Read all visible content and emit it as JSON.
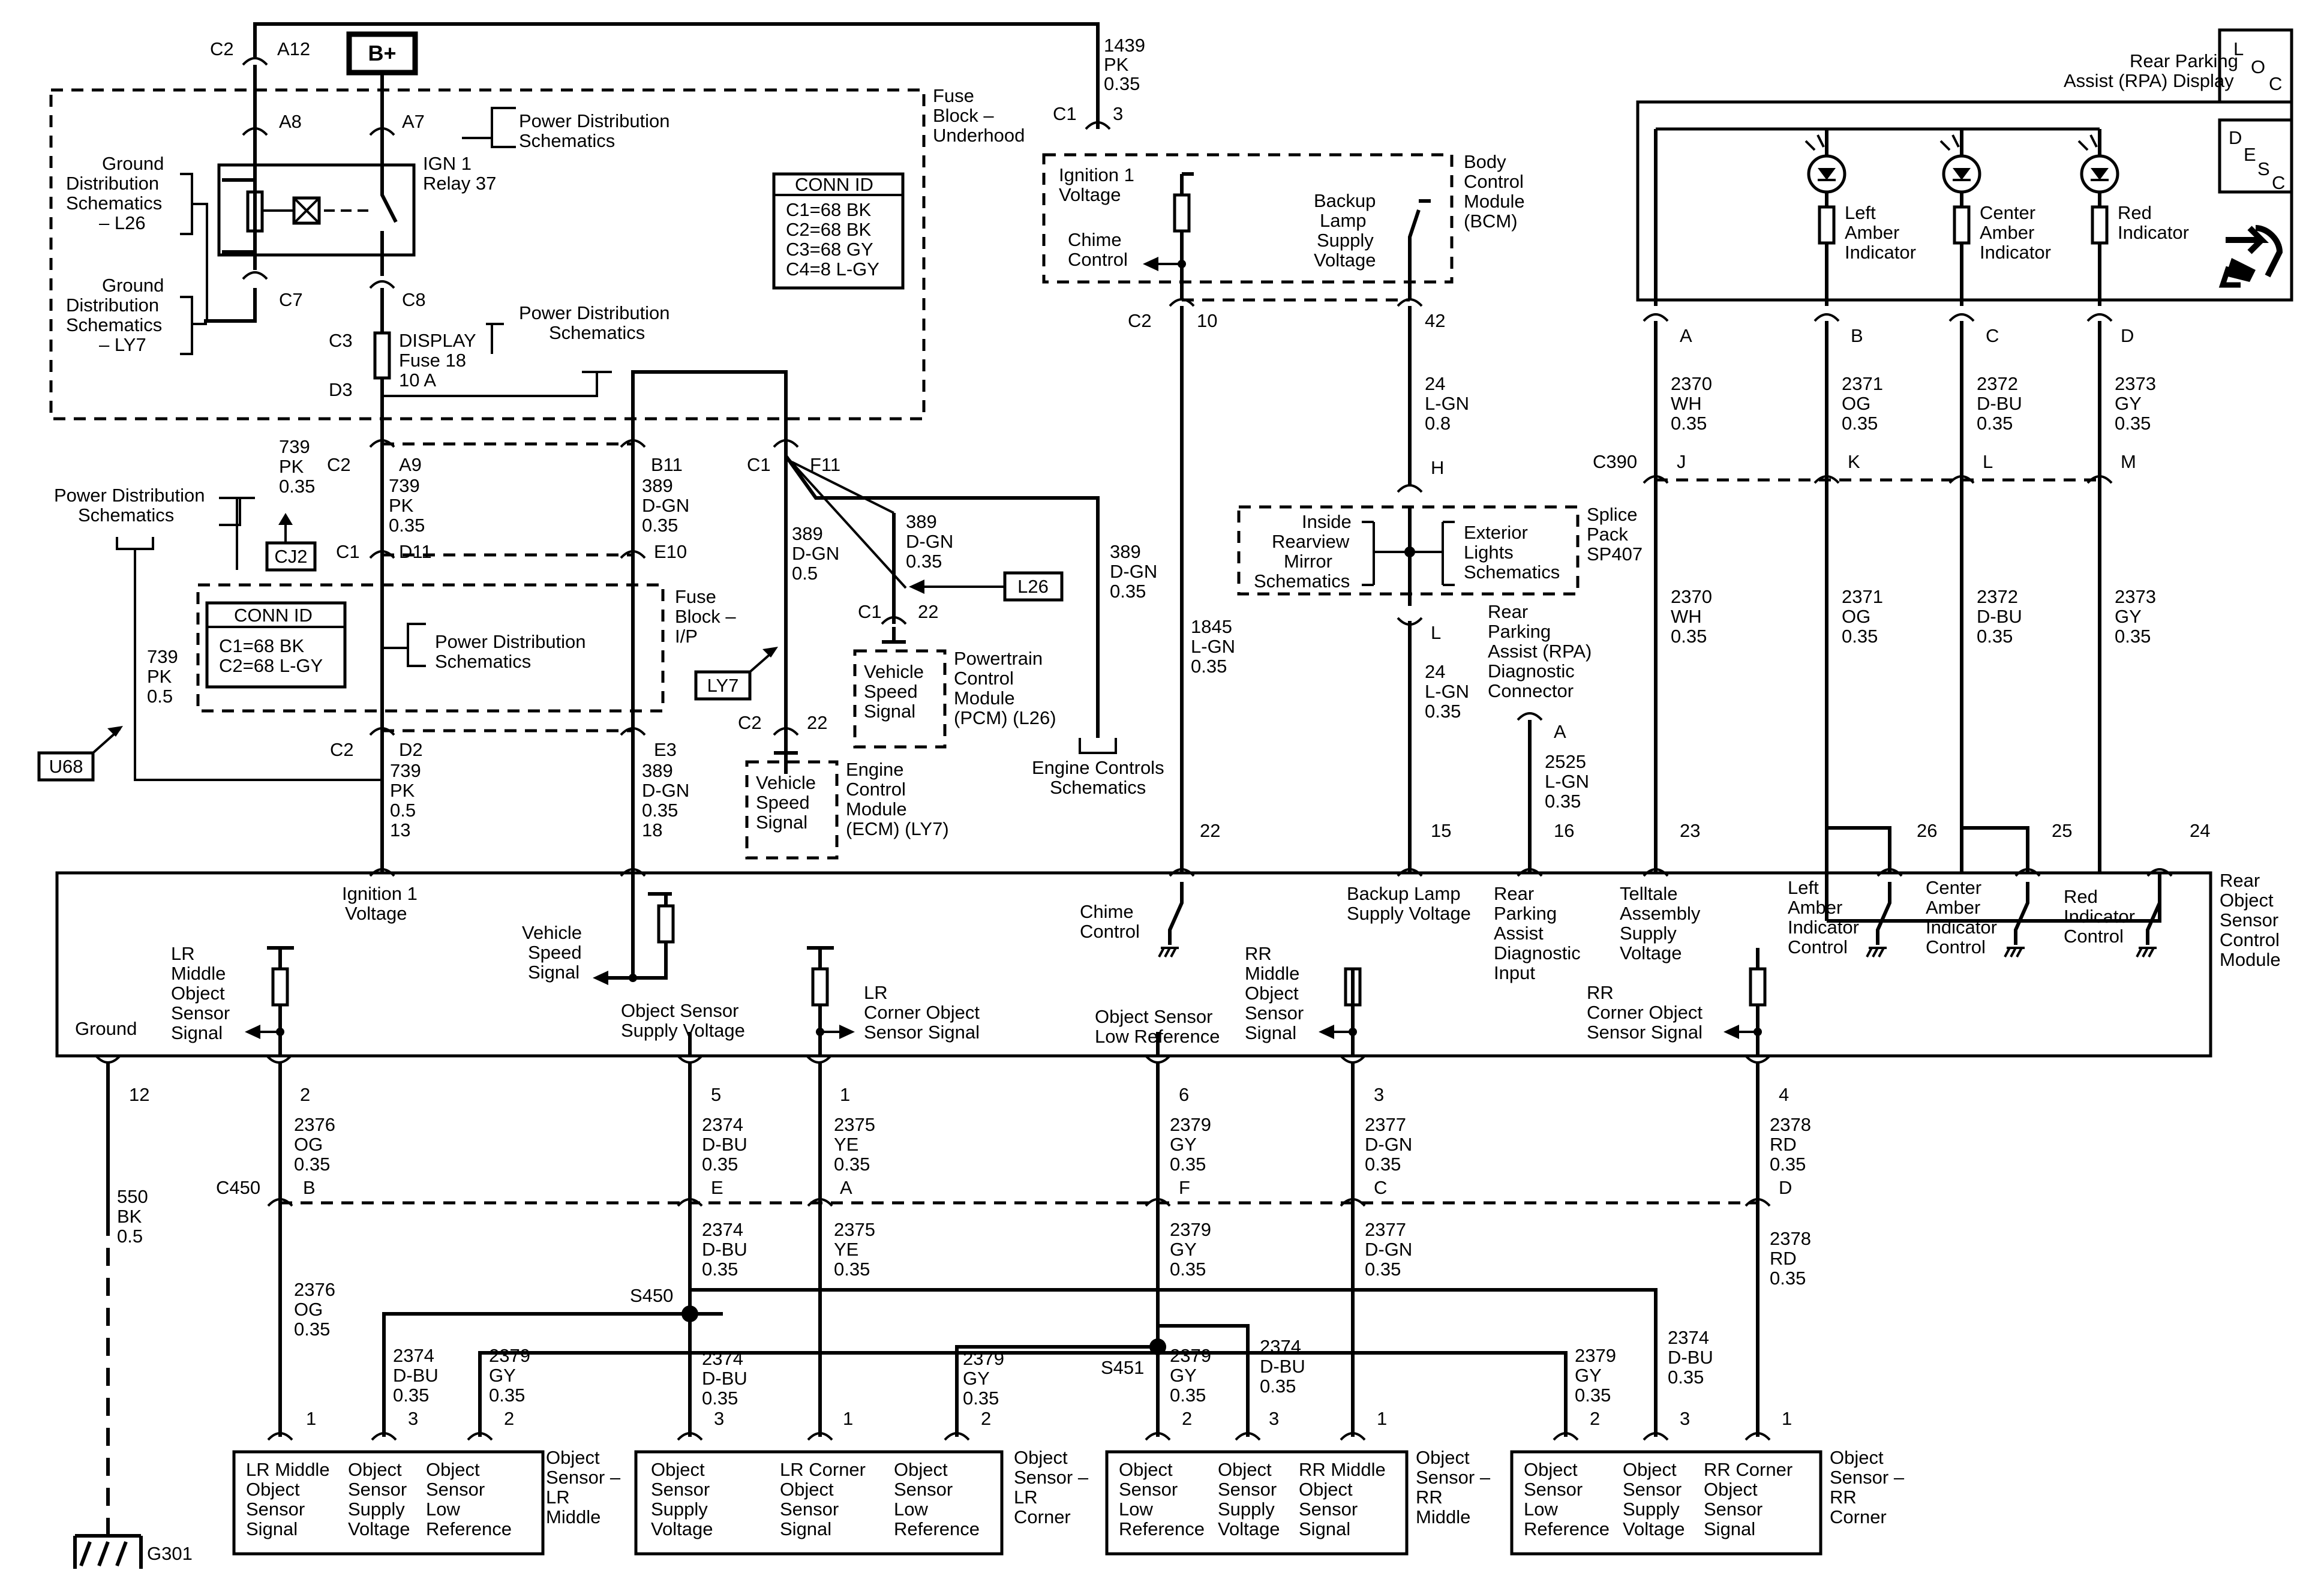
{
  "title_block": {
    "display_name": "Rear Parking Assist (RPA) Display",
    "loc_label": "LOC",
    "desc_label": "DESC",
    "service_icon": "hand-wrench-service-icon"
  },
  "supply": {
    "bplus": "B+",
    "fuse_block_underhood": "Fuse Block – Underhood",
    "fuse_block_ip": "Fuse Block – I/P",
    "relay": "IGN 1 Relay 37",
    "display_fuse": "DISPLAY Fuse 18 10 A",
    "ground_dist_l26": "Ground Distribution Schematics – L26",
    "ground_dist_ly7": "Ground Distribution Schematics – LY7",
    "power_dist": "Power Distribution Schematics",
    "conn_id_underhood": [
      "CONN ID",
      "C1=68 BK",
      "C2=68 BK",
      "C3=68 GY",
      "C4=8 L-GY"
    ],
    "conn_id_ip": [
      "CONN ID",
      "C1=68 BK",
      "C2=68 L-GY"
    ],
    "option_codes": [
      "CJ2",
      "L26",
      "LY7",
      "U68"
    ]
  },
  "connectors": {
    "c390": "C390",
    "c450": "C450",
    "splices": [
      "S450",
      "S451"
    ],
    "ground_point": "G301"
  },
  "modules": {
    "bcm": "Body Control Module (BCM)",
    "bcm_pins": [
      "Ignition 1 Voltage",
      "Chime Control",
      "Backup Lamp Supply Voltage"
    ],
    "pcm": "Powertrain Control Module (PCM) (L26)",
    "ecm": "Engine Control Module (ECM) (LY7)",
    "vss": "Vehicle Speed Signal",
    "engine_controls": "Engine Controls Schematics",
    "splice_pack": "Splice Pack SP407",
    "splice_pack_items": [
      "Inside Rearview Mirror Schematics",
      "Exterior Lights Schematics"
    ],
    "diag_connector": "Rear Parking Assist (RPA) Diagnostic Connector",
    "indicators": [
      "Left Amber Indicator",
      "Center Amber Indicator",
      "Red Indicator"
    ],
    "rear_module": "Rear Object Sensor Control Module"
  },
  "rear_module_pins": {
    "top": [
      "Ignition 1 Voltage",
      "Vehicle Speed Signal",
      "Chime Control",
      "Backup Lamp Supply Voltage",
      "Rear Parking Assist Diagnostic Input",
      "Telltale Assembly Supply Voltage",
      "Left Amber Indicator Control",
      "Center Amber Indicator Control",
      "Red Indicator Control"
    ],
    "bottom": [
      "Ground",
      "LR Middle Object Sensor Signal",
      "Object Sensor Supply Voltage",
      "LR Corner Object Sensor Signal",
      "Object Sensor Low Reference",
      "RR Middle Object Sensor Signal",
      "RR Corner Object Sensor Signal"
    ]
  },
  "circuits": [
    {
      "id": "1439",
      "color": "PK",
      "gauge": "0.35"
    },
    {
      "id": "739",
      "color": "PK",
      "gauge": "0.35"
    },
    {
      "id": "739",
      "color": "PK",
      "gauge": "0.5"
    },
    {
      "id": "389",
      "color": "D-GN",
      "gauge": "0.35"
    },
    {
      "id": "389",
      "color": "D-GN",
      "gauge": "0.5"
    },
    {
      "id": "1845",
      "color": "L-GN",
      "gauge": "0.35"
    },
    {
      "id": "24",
      "color": "L-GN",
      "gauge": "0.8"
    },
    {
      "id": "24",
      "color": "L-GN",
      "gauge": "0.35"
    },
    {
      "id": "2525",
      "color": "L-GN",
      "gauge": "0.35"
    },
    {
      "id": "2370",
      "color": "WH",
      "gauge": "0.35"
    },
    {
      "id": "2371",
      "color": "OG",
      "gauge": "0.35"
    },
    {
      "id": "2372",
      "color": "D-BU",
      "gauge": "0.35"
    },
    {
      "id": "2373",
      "color": "GY",
      "gauge": "0.35"
    },
    {
      "id": "550",
      "color": "BK",
      "gauge": "0.5"
    },
    {
      "id": "2376",
      "color": "OG",
      "gauge": "0.35"
    },
    {
      "id": "2374",
      "color": "D-BU",
      "gauge": "0.35"
    },
    {
      "id": "2375",
      "color": "YE",
      "gauge": "0.35"
    },
    {
      "id": "2379",
      "color": "GY",
      "gauge": "0.35"
    },
    {
      "id": "2377",
      "color": "D-GN",
      "gauge": "0.35"
    },
    {
      "id": "2378",
      "color": "RD",
      "gauge": "0.35"
    }
  ],
  "sensors": [
    {
      "name": "Object Sensor – LR Middle",
      "pins": [
        "LR Middle Object Sensor Signal",
        "Object Sensor Supply Voltage",
        "Object Sensor Low Reference"
      ],
      "pin_nums": [
        "1",
        "3",
        "2"
      ]
    },
    {
      "name": "Object Sensor – LR Corner",
      "pins": [
        "Object Sensor Supply Voltage",
        "LR Corner Object Sensor Signal",
        "Object Sensor Low Reference"
      ],
      "pin_nums": [
        "3",
        "1",
        "2"
      ]
    },
    {
      "name": "Object Sensor – RR Middle",
      "pins": [
        "Object Sensor Low Reference",
        "Object Sensor Supply Voltage",
        "RR Middle Object Sensor Signal"
      ],
      "pin_nums": [
        "2",
        "3",
        "1"
      ]
    },
    {
      "name": "Object Sensor – RR Corner",
      "pins": [
        "Object Sensor Low Reference",
        "Object Sensor Supply Voltage",
        "RR Corner Object Sensor Signal"
      ],
      "pin_nums": [
        "2",
        "3",
        "1"
      ]
    }
  ]
}
